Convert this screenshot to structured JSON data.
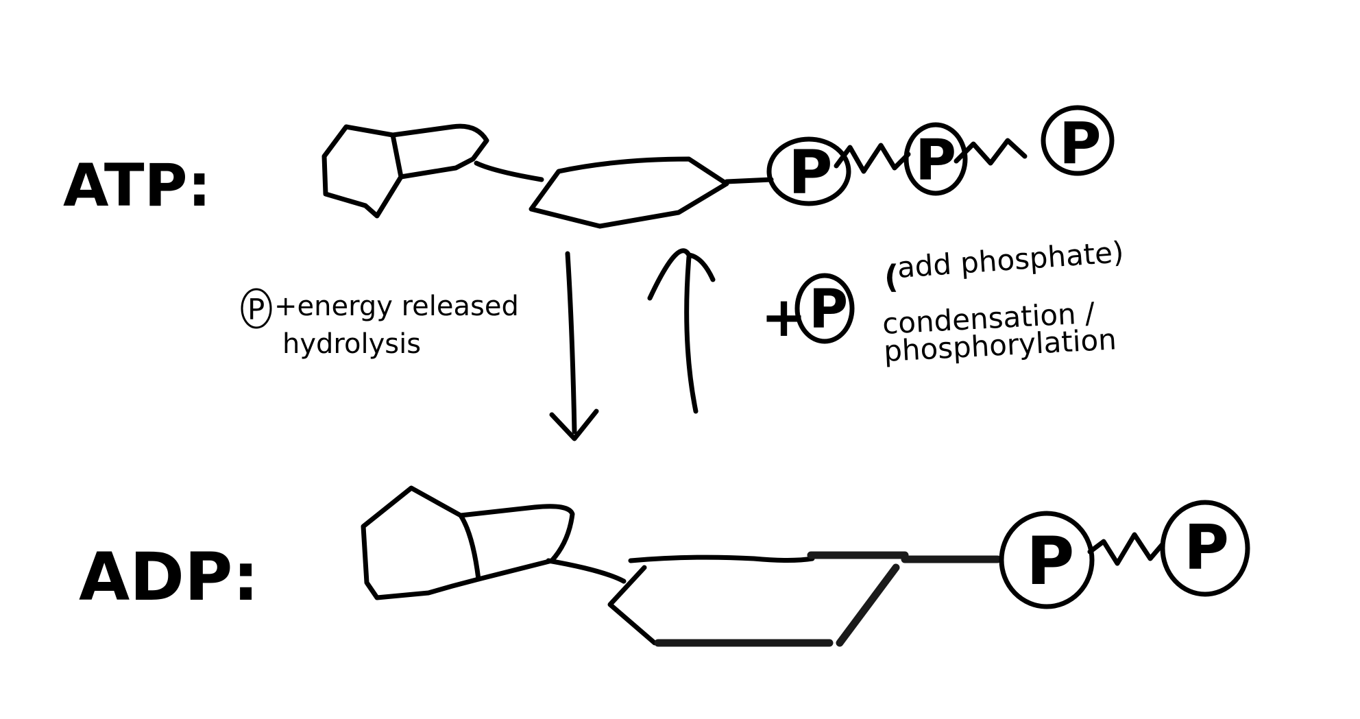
{
  "labels": {
    "atp": "ATP:",
    "adp": "ADP:"
  },
  "phosphate_symbol": "P",
  "hydrolysis_note": {
    "line1": "+energy released",
    "line2": "hydrolysis"
  },
  "condensation_note": {
    "plus": "+",
    "bracket": "(",
    "line1": "add phosphate)",
    "line2": "condensation /",
    "line3": "phosphorylation"
  },
  "colors": {
    "ink": "#000000",
    "background": "#ffffff"
  }
}
